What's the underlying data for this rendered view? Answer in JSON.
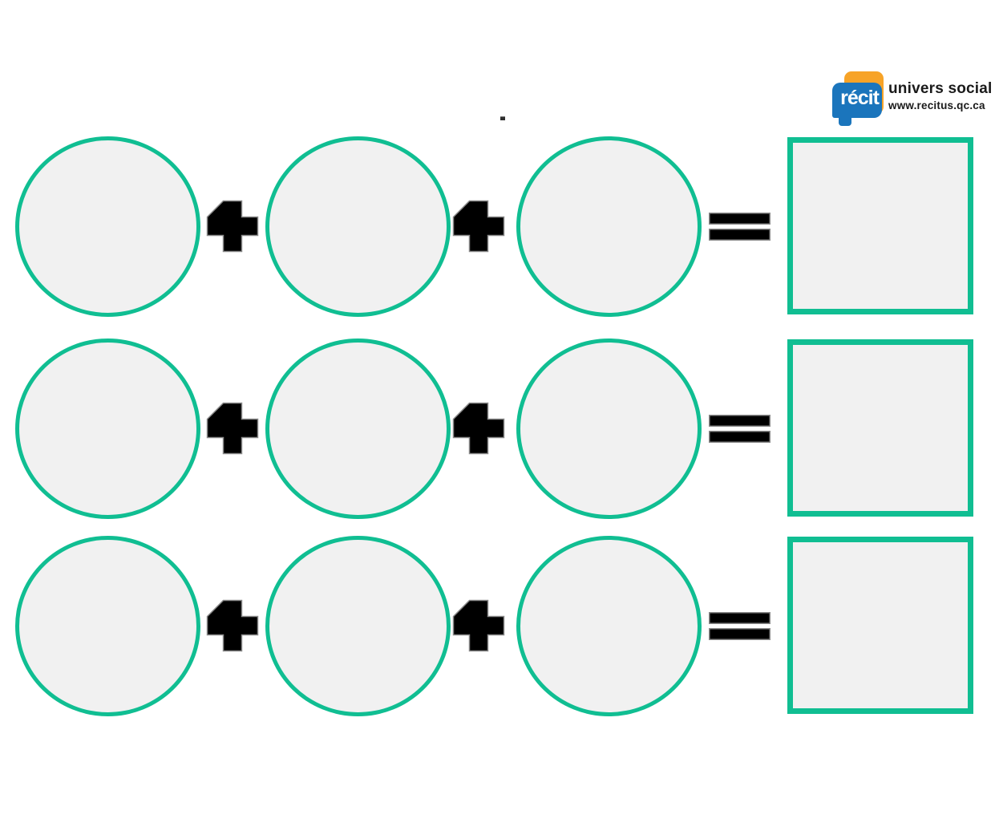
{
  "colors": {
    "shape_border_teal": "#10be92",
    "shape_fill_gray": "#f1f1f1",
    "operator_black": "#000000",
    "operator_edge_gray": "#8a8a8a",
    "logo_blue": "#1b75bc",
    "logo_orange": "#f7a327",
    "logo_text_dark": "#1a1a1a",
    "page_background": "#ffffff"
  },
  "logo": {
    "brand": "récit",
    "tagline": "univers social",
    "url_text": "www.recitus.qc.ca"
  },
  "rows": [
    {
      "label": "row-1",
      "circle_values": [
        "",
        "",
        ""
      ],
      "result_value": ""
    },
    {
      "label": "row-2",
      "circle_values": [
        "",
        "",
        ""
      ],
      "result_value": ""
    },
    {
      "label": "row-3",
      "circle_values": [
        "",
        "",
        ""
      ],
      "result_value": ""
    }
  ],
  "icons": {
    "plus": "plus-icon",
    "equals": "equals-icon"
  }
}
